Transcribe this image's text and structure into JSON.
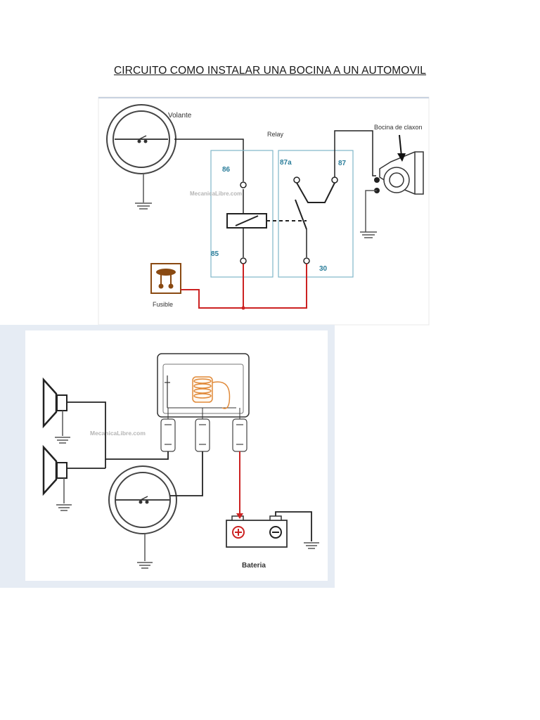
{
  "title": "CIRCUITO COMO INSTALAR UNA BOCINA A UN AUTOMOVIL",
  "diagram1": {
    "labels": {
      "volante": "Volante",
      "relay": "Relay",
      "bocina": "Bocina de claxon",
      "fusible": "Fusible",
      "watermark": "MecanicaLibre.com"
    },
    "terminals": {
      "t86": "86",
      "t85": "85",
      "t87a": "87a",
      "t87": "87",
      "t30": "30"
    }
  },
  "diagram2": {
    "labels": {
      "watermark": "MecanicaLibre.com",
      "bateria": "Bateria"
    }
  },
  "colors": {
    "wire": "#222222",
    "power_wire": "#cc2222",
    "relay_box": "#7fb6c9",
    "fuse": "#8a4a12",
    "coil": "#e08a3a"
  }
}
